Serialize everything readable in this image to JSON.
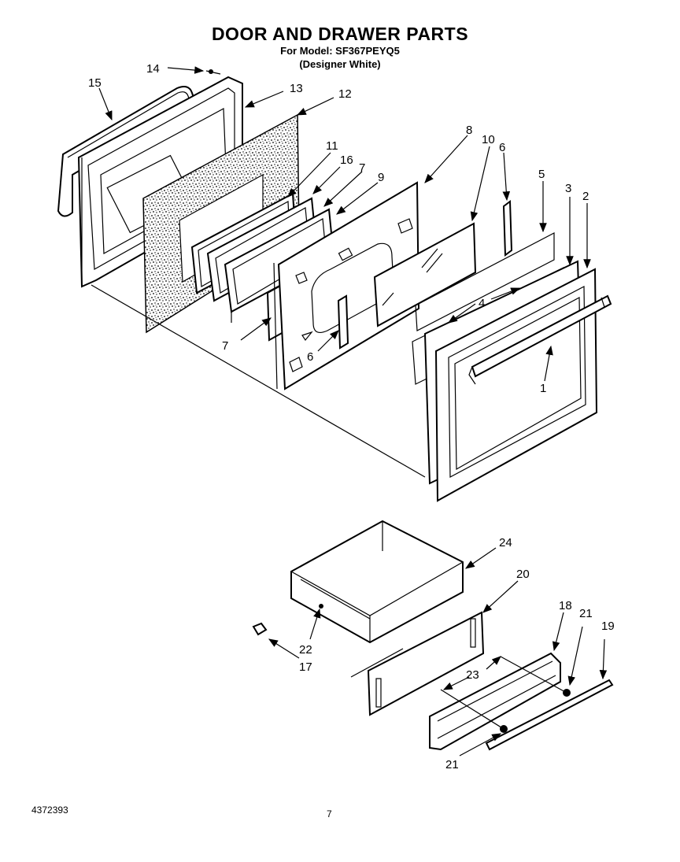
{
  "header": {
    "title": "DOOR AND DRAWER PARTS",
    "model": "For Model: SF367PEYQ5",
    "color": "(Designer White)"
  },
  "footer": {
    "doc_number": "4372393",
    "page_number": "7"
  },
  "callouts": [
    "1",
    "2",
    "3",
    "4",
    "5",
    "6",
    "6",
    "7",
    "7",
    "8",
    "9",
    "10",
    "11",
    "12",
    "13",
    "14",
    "15",
    "16",
    "17",
    "18",
    "19",
    "20",
    "21",
    "21",
    "22",
    "23",
    "24"
  ]
}
